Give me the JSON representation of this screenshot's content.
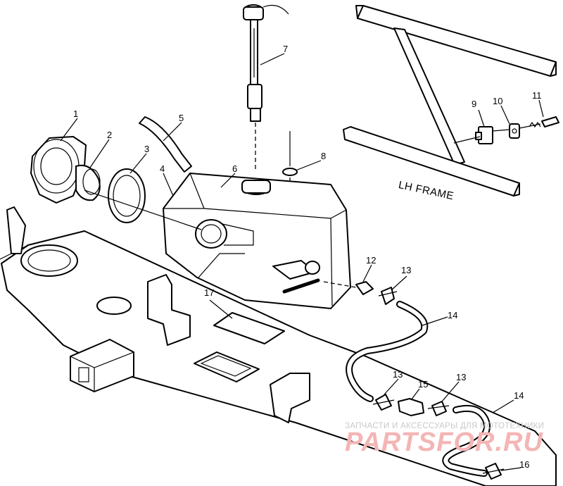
{
  "diagram": {
    "frame_label": "LH FRAME",
    "callouts": [
      {
        "id": "c1",
        "text": "1"
      },
      {
        "id": "c2",
        "text": "2"
      },
      {
        "id": "c3",
        "text": "3"
      },
      {
        "id": "c4",
        "text": "4"
      },
      {
        "id": "c5",
        "text": "5"
      },
      {
        "id": "c6",
        "text": "6"
      },
      {
        "id": "c7",
        "text": "7"
      },
      {
        "id": "c8",
        "text": "8"
      },
      {
        "id": "c9",
        "text": "9"
      },
      {
        "id": "c10",
        "text": "10"
      },
      {
        "id": "c11",
        "text": "11"
      },
      {
        "id": "c12",
        "text": "12"
      },
      {
        "id": "c13a",
        "text": "13"
      },
      {
        "id": "c13b",
        "text": "13"
      },
      {
        "id": "c13c",
        "text": "13"
      },
      {
        "id": "c14a",
        "text": "14"
      },
      {
        "id": "c14b",
        "text": "14"
      },
      {
        "id": "c15",
        "text": "15"
      },
      {
        "id": "c16",
        "text": "16"
      },
      {
        "id": "c17",
        "text": "17"
      }
    ]
  },
  "watermark": {
    "tagline": "ЗАПЧАСТИ И АКСЕССУАРЫ ДЛЯ МОТОТЕХНИКИ",
    "brand": "PARTSFOR.RU"
  }
}
